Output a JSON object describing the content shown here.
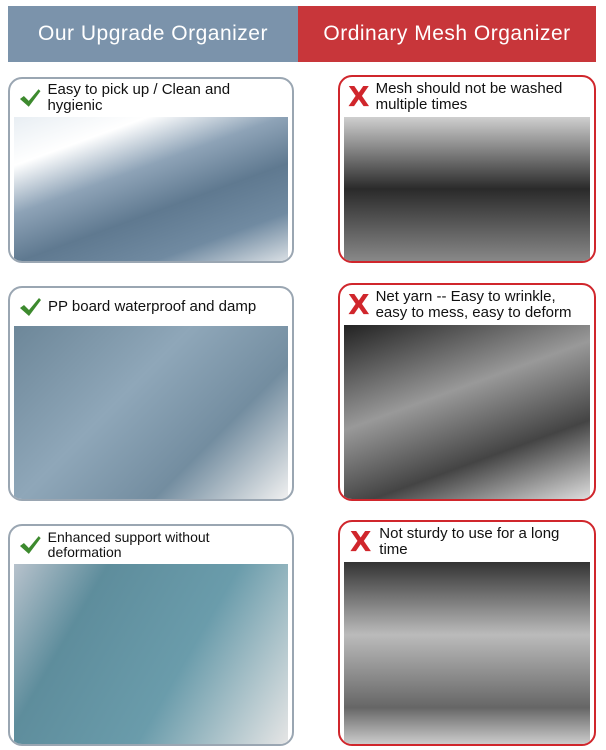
{
  "header": {
    "left": "Our Upgrade Organizer",
    "right": "Ordinary Mesh Organizer"
  },
  "good": [
    {
      "text": "Easy to pick up / Clean and hygienic"
    },
    {
      "text": "PP board waterproof and damp"
    },
    {
      "text": "Enhanced support without deformation"
    }
  ],
  "bad": [
    {
      "text": "Mesh should not be washed multiple times"
    },
    {
      "text": "Net yarn -- Easy to wrinkle, easy to mess, easy to deform"
    },
    {
      "text": "Not sturdy to use for a long time"
    }
  ],
  "icons": {
    "good": "check-icon",
    "bad": "x-icon",
    "x_glyph": "X"
  },
  "colors": {
    "left": "#7b93ab",
    "right": "#c8363a",
    "check": "#3d8a2e"
  }
}
